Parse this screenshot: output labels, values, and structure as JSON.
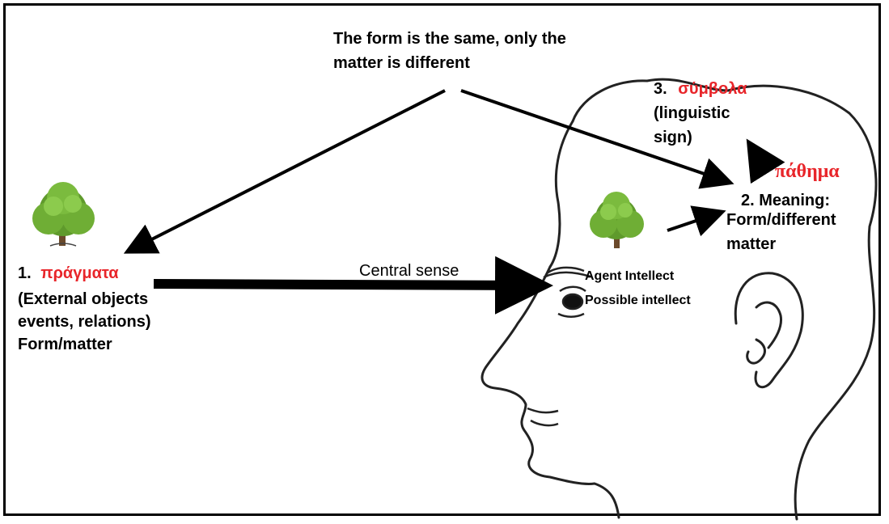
{
  "labels": {
    "top_note_line1": "The form is the same, only the",
    "top_note_line2": "matter is different",
    "item1_num": "1.",
    "item1_greek": "πράγματα",
    "item1_line2": "(External objects",
    "item1_line3": "events, relations)",
    "item1_line4": "Form/matter",
    "central_sense": "Central sense",
    "agent_intellect": "Agent Intellect",
    "possible_intellect": "Possible intellect",
    "item2_line1": "2.  Meaning:",
    "item2_line2": "Form/different",
    "item2_line3": "matter",
    "pathema": "πάθημα",
    "item3_num": "3.",
    "item3_greek": "σύμβολα",
    "item3_line2": "(linguistic",
    "item3_line3": "sign)"
  },
  "colors": {
    "accent_red": "#e8252a",
    "line": "#000000",
    "tree_leaves": "#5f9a2c",
    "tree_trunk": "#6b4a2b"
  },
  "icons": [
    "tree-icon",
    "tree-icon",
    "head-outline"
  ]
}
